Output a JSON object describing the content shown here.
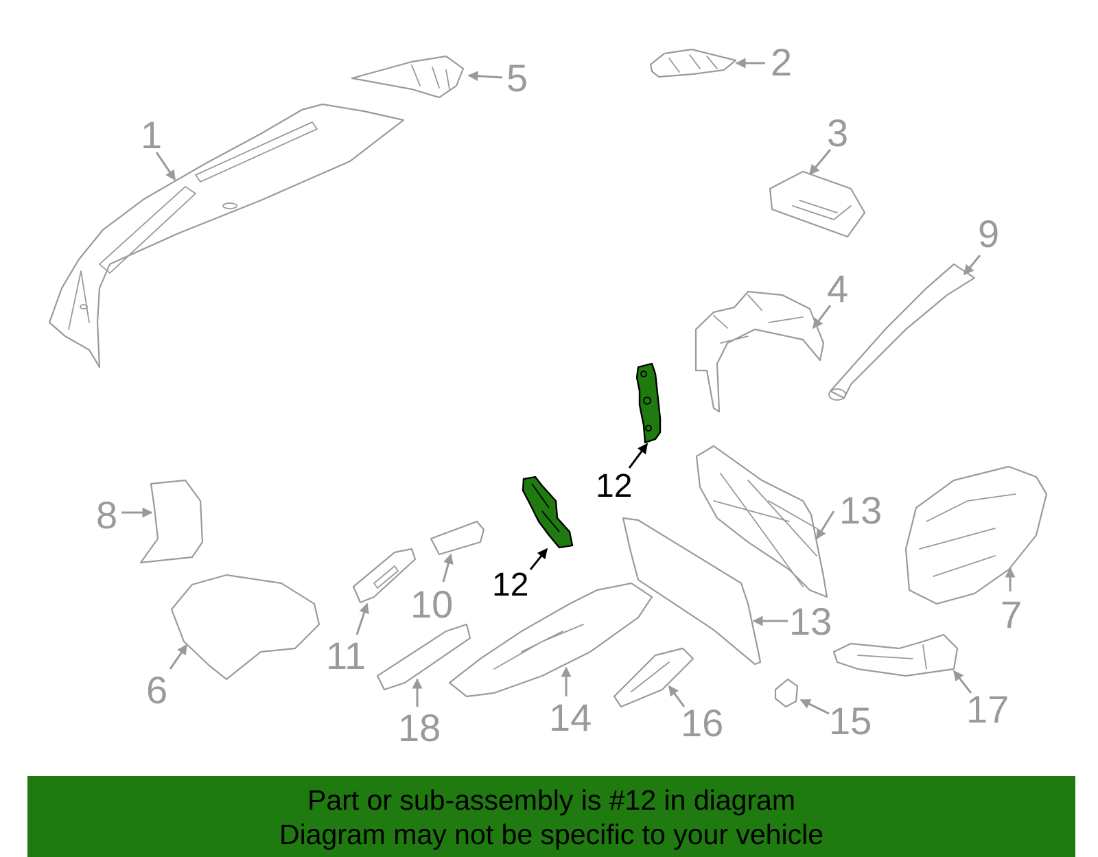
{
  "callouts": {
    "c1": "1",
    "c2": "2",
    "c3": "3",
    "c4": "4",
    "c5": "5",
    "c6": "6",
    "c7": "7",
    "c8": "8",
    "c9": "9",
    "c10": "10",
    "c11": "11",
    "c12a": "12",
    "c12b": "12",
    "c13a": "13",
    "c13b": "13",
    "c14": "14",
    "c15": "15",
    "c16": "16",
    "c17": "17",
    "c18": "18"
  },
  "highlighted_part": "12",
  "colors": {
    "highlight": "#1f7a10",
    "part_outline": "#9a9a9a",
    "callout_highlight": "#000000"
  },
  "banner": {
    "line1": "Part or sub-assembly is #12 in diagram",
    "line2": "Diagram may not be specific to your vehicle"
  }
}
